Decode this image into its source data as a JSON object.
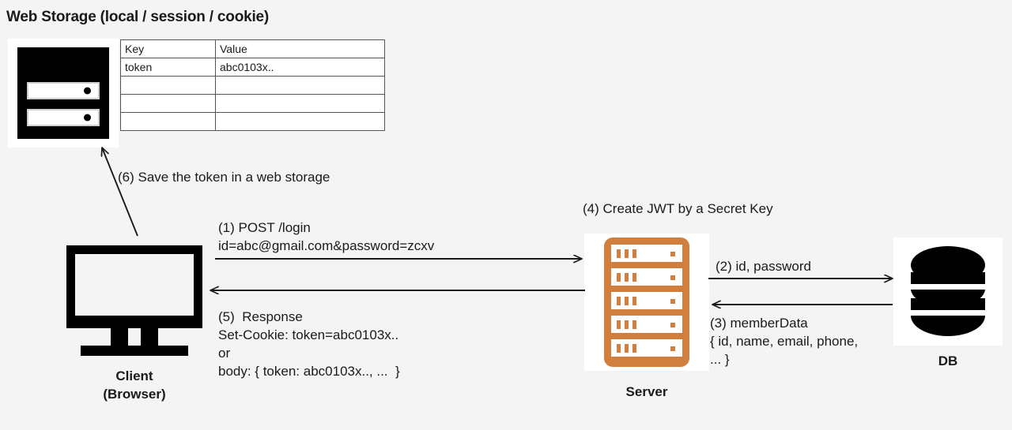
{
  "title": "Web Storage (local / session / cookie)",
  "storage_table": {
    "headers": [
      "Key",
      "Value"
    ],
    "rows": [
      [
        "token",
        "abc0103x.."
      ],
      [
        "",
        ""
      ],
      [
        "",
        ""
      ],
      [
        "",
        ""
      ]
    ]
  },
  "nodes": {
    "client": {
      "line1": "Client",
      "line2": "(Browser)"
    },
    "server": {
      "label": "Server"
    },
    "db": {
      "label": "DB"
    },
    "storage_icon_name": "web-storage-icon"
  },
  "notes": {
    "step6": "(6) Save the token in a web storage",
    "step1": "(1) POST /login\nid=abc@gmail.com&password=zcxv",
    "step5": "(5)  Response\nSet-Cookie: token=abc0103x..\nor\nbody: { token: abc0103x.., ...  }",
    "step4": "(4) Create JWT by a Secret Key",
    "step2": "(2) id, password",
    "step3": "(3) memberData\n{ id, name, email, phone,\n... }"
  },
  "colors": {
    "background": "#f4f4f4",
    "ink": "#1a1a1a",
    "server_orange": "#d07f3e",
    "card_white": "#ffffff",
    "table_border": "#555555"
  }
}
